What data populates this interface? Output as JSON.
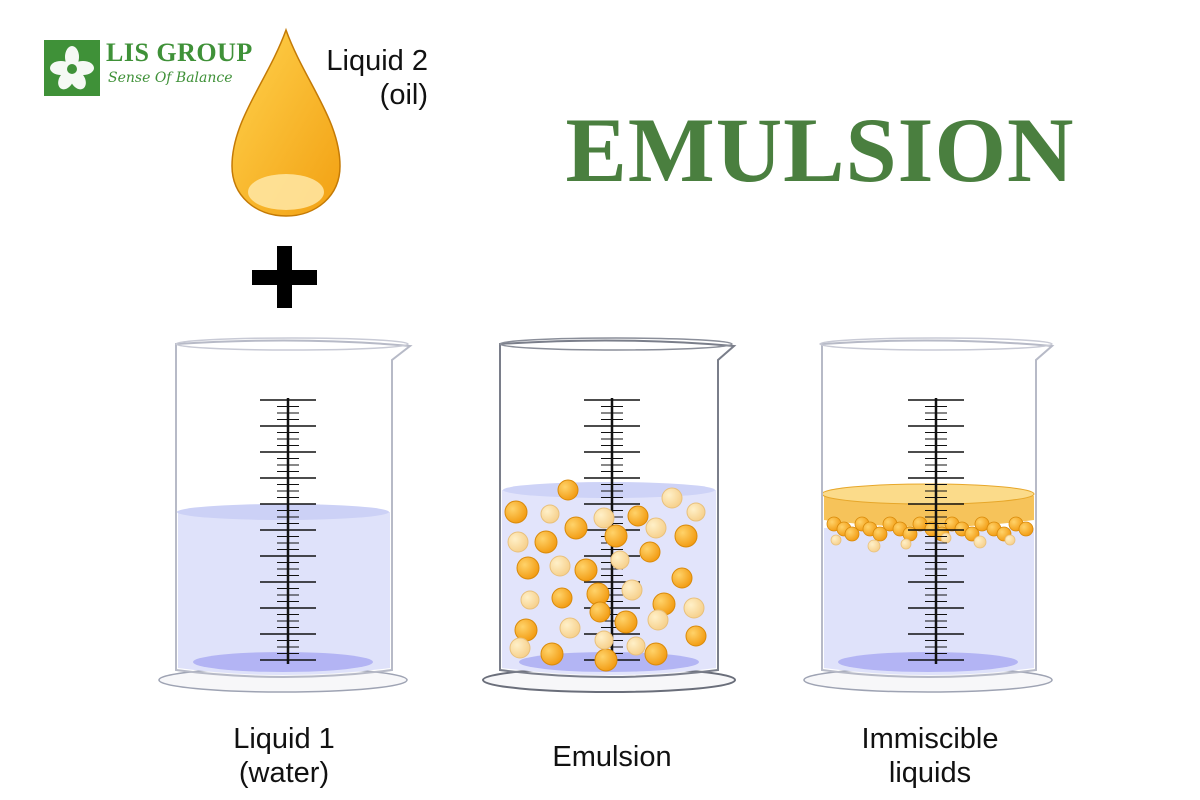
{
  "logo": {
    "name": "LIS GROUP",
    "tagline": "Sense Of Balance"
  },
  "title": "EMULSION",
  "oil_drop": {
    "line1": "Liquid 2",
    "line2": "(oil)",
    "icon": "oil-drop-icon"
  },
  "operator": {
    "icon": "plus-icon"
  },
  "beakers": [
    {
      "line1": "Liquid 1",
      "line2": "(water)",
      "icon": "beaker-water-icon"
    },
    {
      "line1": "Emulsion",
      "icon": "beaker-emulsion-icon"
    },
    {
      "line1": "Immiscible",
      "line2": "liquids",
      "icon": "beaker-immiscible-icon"
    }
  ],
  "colors": {
    "brand_green": "#3f9138",
    "title_green": "#4a7f3f",
    "oil": "#f7a81d",
    "water": "#c9cff5"
  }
}
